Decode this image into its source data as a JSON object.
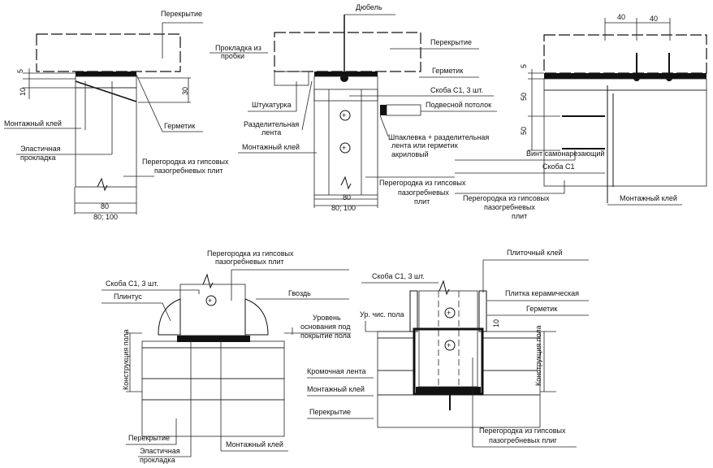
{
  "detail1": {
    "slab": "Перекрытие",
    "adhesive": "Монтажный клей",
    "sealant": "Герметик",
    "elastic_1": "Эластичная",
    "elastic_2": "прокладка",
    "partition_1": "Перегородка из гипсовых",
    "partition_2": "пазогребневых плит",
    "dim_5": "5",
    "dim_10": "10",
    "dim_30": "30",
    "dim_80": "80",
    "dim_80_100": "80; 100"
  },
  "detail2": {
    "dowel": "Дюбель",
    "slab": "Перекрытие",
    "cork_1": "Прокладка из",
    "cork_2": "пробки",
    "sealant": "Герметик",
    "bracket": "Скоба С1, 3 шт.",
    "plaster": "Штукатурка",
    "ceiling": "Подвесной потолок",
    "tape_1": "Разделительная",
    "tape_2": "лента",
    "putty_1": "Шпаклевка + разделительная",
    "putty_2": "лента или герметик",
    "putty_3": "акриловый",
    "adhesive": "Монтажный клей",
    "partition_1": "Перегородка из гипсовых",
    "partition_2": "пазогребневых",
    "partition_3": "плит",
    "dim_80": "80",
    "dim_80_100": "80; 100"
  },
  "detail3": {
    "dim_40a": "40",
    "dim_40b": "40",
    "dim_5": "5",
    "dim_50a": "50",
    "dim_50b": "50",
    "screw": "Винт самонарезающий",
    "bracket": "Скоба С1",
    "partition_1": "Перегородка из гипсовых",
    "partition_2": "пазогребневых",
    "partition_3": "плит",
    "adhesive": "Монтажный клей"
  },
  "detail4": {
    "partition_1": "Перегородка из гипсовых",
    "partition_2": "пазогребневых плит",
    "bracket": "Скоба С1, 3 шт.",
    "nail": "Гвоздь",
    "plinth": "Плинтус",
    "level_1": "Уровень",
    "level_2": "основания под",
    "level_3": "покрытие пола",
    "floor_construction": "Конструкция пола",
    "edge_tape": "Кромочная лента",
    "adhesive_right": "Монтажный клей",
    "slab_right": "Перекрытие",
    "slab": "Перекрытие",
    "adhesive": "Монтажный клей",
    "elastic_1": "Эластичная",
    "elastic_2": "прокладка"
  },
  "detail5": {
    "tile_adhesive": "Плиточный клей",
    "bracket": "Скоба С1, 3 шт.",
    "tile": "Плитка керамическая",
    "sealant": "Герметик",
    "floor_level": "Ур. чис. пола",
    "dim_10": "10",
    "floor_construction": "Конструкция пола",
    "partition_1": "Перегородка из гипсовых",
    "partition_2": "пазогребневых плиг"
  }
}
